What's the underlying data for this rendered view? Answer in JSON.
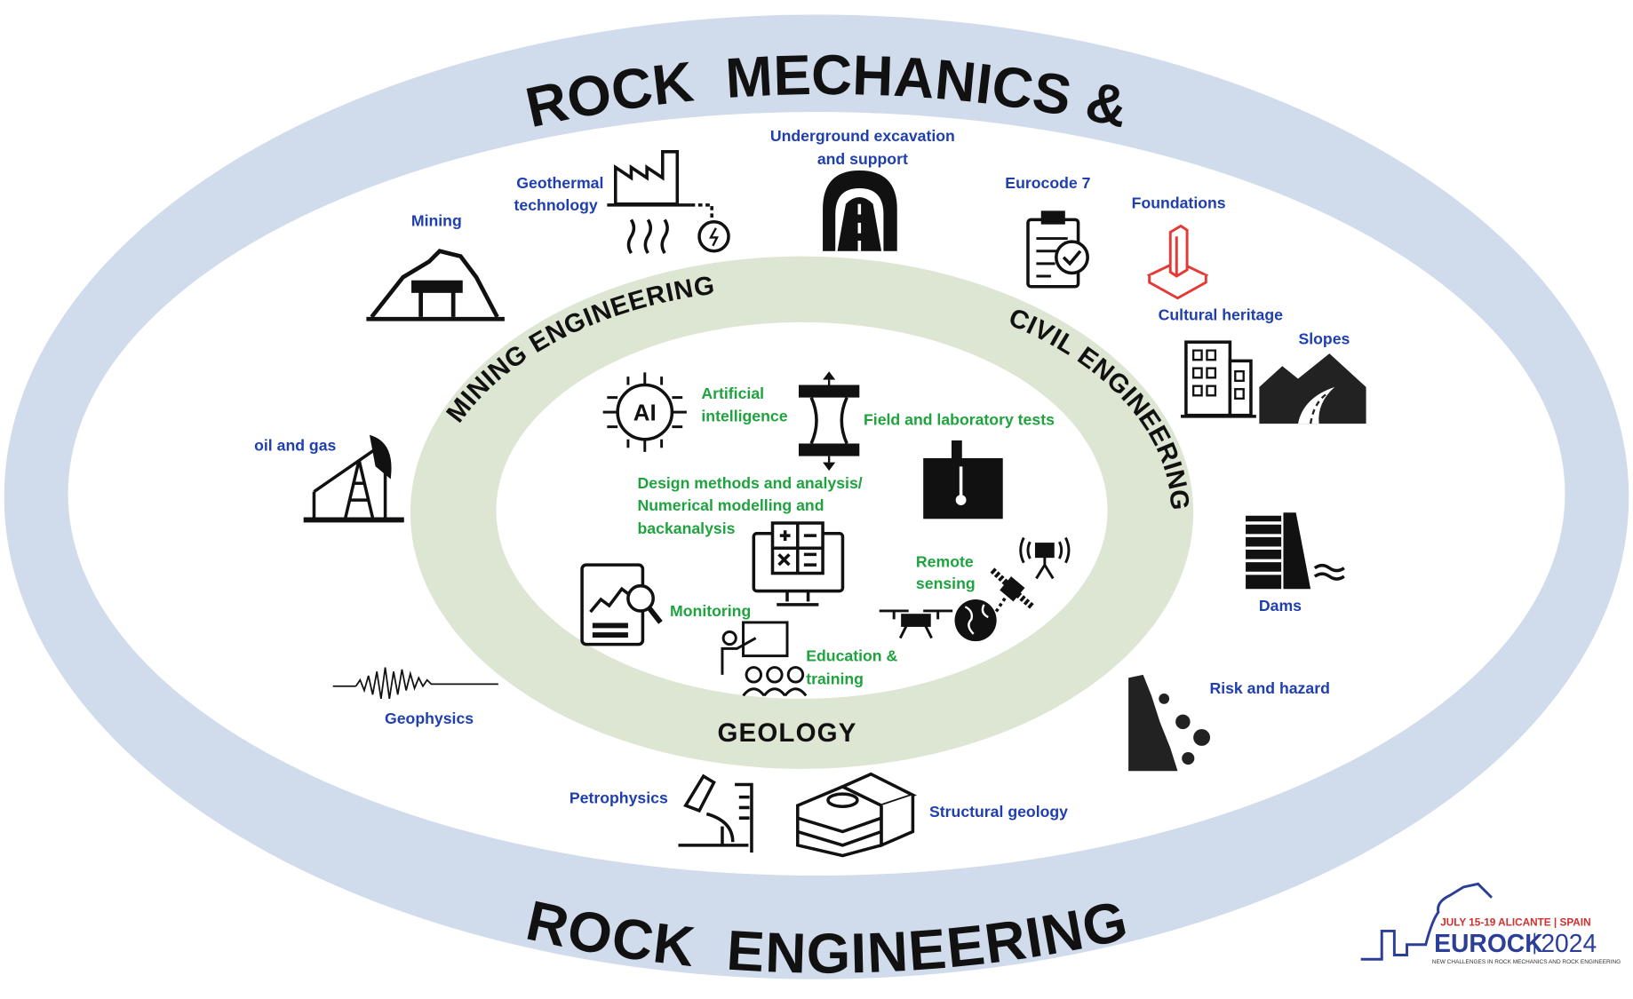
{
  "colors": {
    "outer_band": "#d0dbeb",
    "inner_ring": "#dde6d3",
    "label_blue": "#1f3fae",
    "label_green": "#1fa33f",
    "foundation_red": "#e53935"
  },
  "titles": {
    "top": "ROCK  MECHANICS &",
    "bottom": "ROCK  ENGINEERING"
  },
  "ring": {
    "mining": "MINING ENGINEERING",
    "civil": "CIVIL ENGINEERING",
    "geology": "GEOLOGY"
  },
  "outer_topics": {
    "underground_1": "Underground excavation",
    "underground_2": "and support",
    "geothermal_1": "Geothermal",
    "geothermal_2": "technology",
    "mining": "Mining",
    "eurocode": "Eurocode 7",
    "foundations": "Foundations",
    "cultural_heritage": "Cultural heritage",
    "slopes": "Slopes",
    "oil_gas": "oil and gas",
    "dams": "Dams",
    "risk": "Risk and hazard",
    "geophysics": "Geophysics",
    "petrophysics": "Petrophysics",
    "structural_geology": "Structural geology"
  },
  "inner_topics": {
    "ai_1": "Artificial",
    "ai_2": "intelligence",
    "field_lab": "Field and laboratory tests",
    "design_1": "Design methods and analysis/",
    "design_2": "Numerical modelling and",
    "design_3": "backanalysis",
    "remote_1": "Remote",
    "remote_2": "sensing",
    "monitoring": "Monitoring",
    "education_1": "Education &",
    "education_2": "training"
  },
  "logo": {
    "dates": "JULY 15-19 ALICANTE | SPAIN",
    "name": "EUROCK",
    "year": "2024",
    "tagline": "NEW CHALLENGES IN ROCK MECHANICS AND ROCK ENGINEERING"
  }
}
